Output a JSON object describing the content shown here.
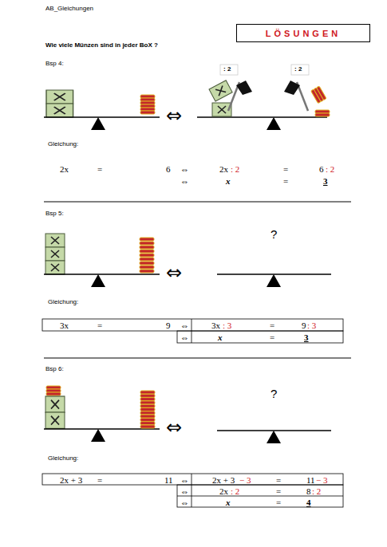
{
  "diagram": {
    "title": "Wie viele Münzen sind in jeder BoX ?",
    "nodes": [
      {
        "text": [
          "LÖSUNGEN"
        ]
      }
    ],
    "labels": [
      "AB_Gleichungen",
      "Bsp 4:",
      ": 2",
      ": 2",
      "⇔",
      "Gleichung:",
      "2x",
      "=",
      "6",
      "⇔",
      "2x",
      ": 2",
      "=",
      "6",
      ": 2",
      "⇔",
      "x",
      "=",
      "3",
      "Bsp 5:",
      "⇔",
      "?",
      "Gleichung:",
      "3x",
      "=",
      "9",
      "⇔",
      "3x",
      ": 3",
      "=",
      "9",
      ": 3",
      "⇔",
      "x",
      "=",
      "3",
      "Bsp 6:",
      "⇔",
      "?",
      "Gleichung:",
      "2x + 3",
      "=",
      "11",
      "⇔",
      "2x + 3",
      "− 3",
      "=",
      "11",
      "− 3",
      "⇔",
      "2x",
      ": 2",
      "=",
      "8",
      ": 2",
      "⇔",
      "x",
      "=",
      "4"
    ]
  }
}
